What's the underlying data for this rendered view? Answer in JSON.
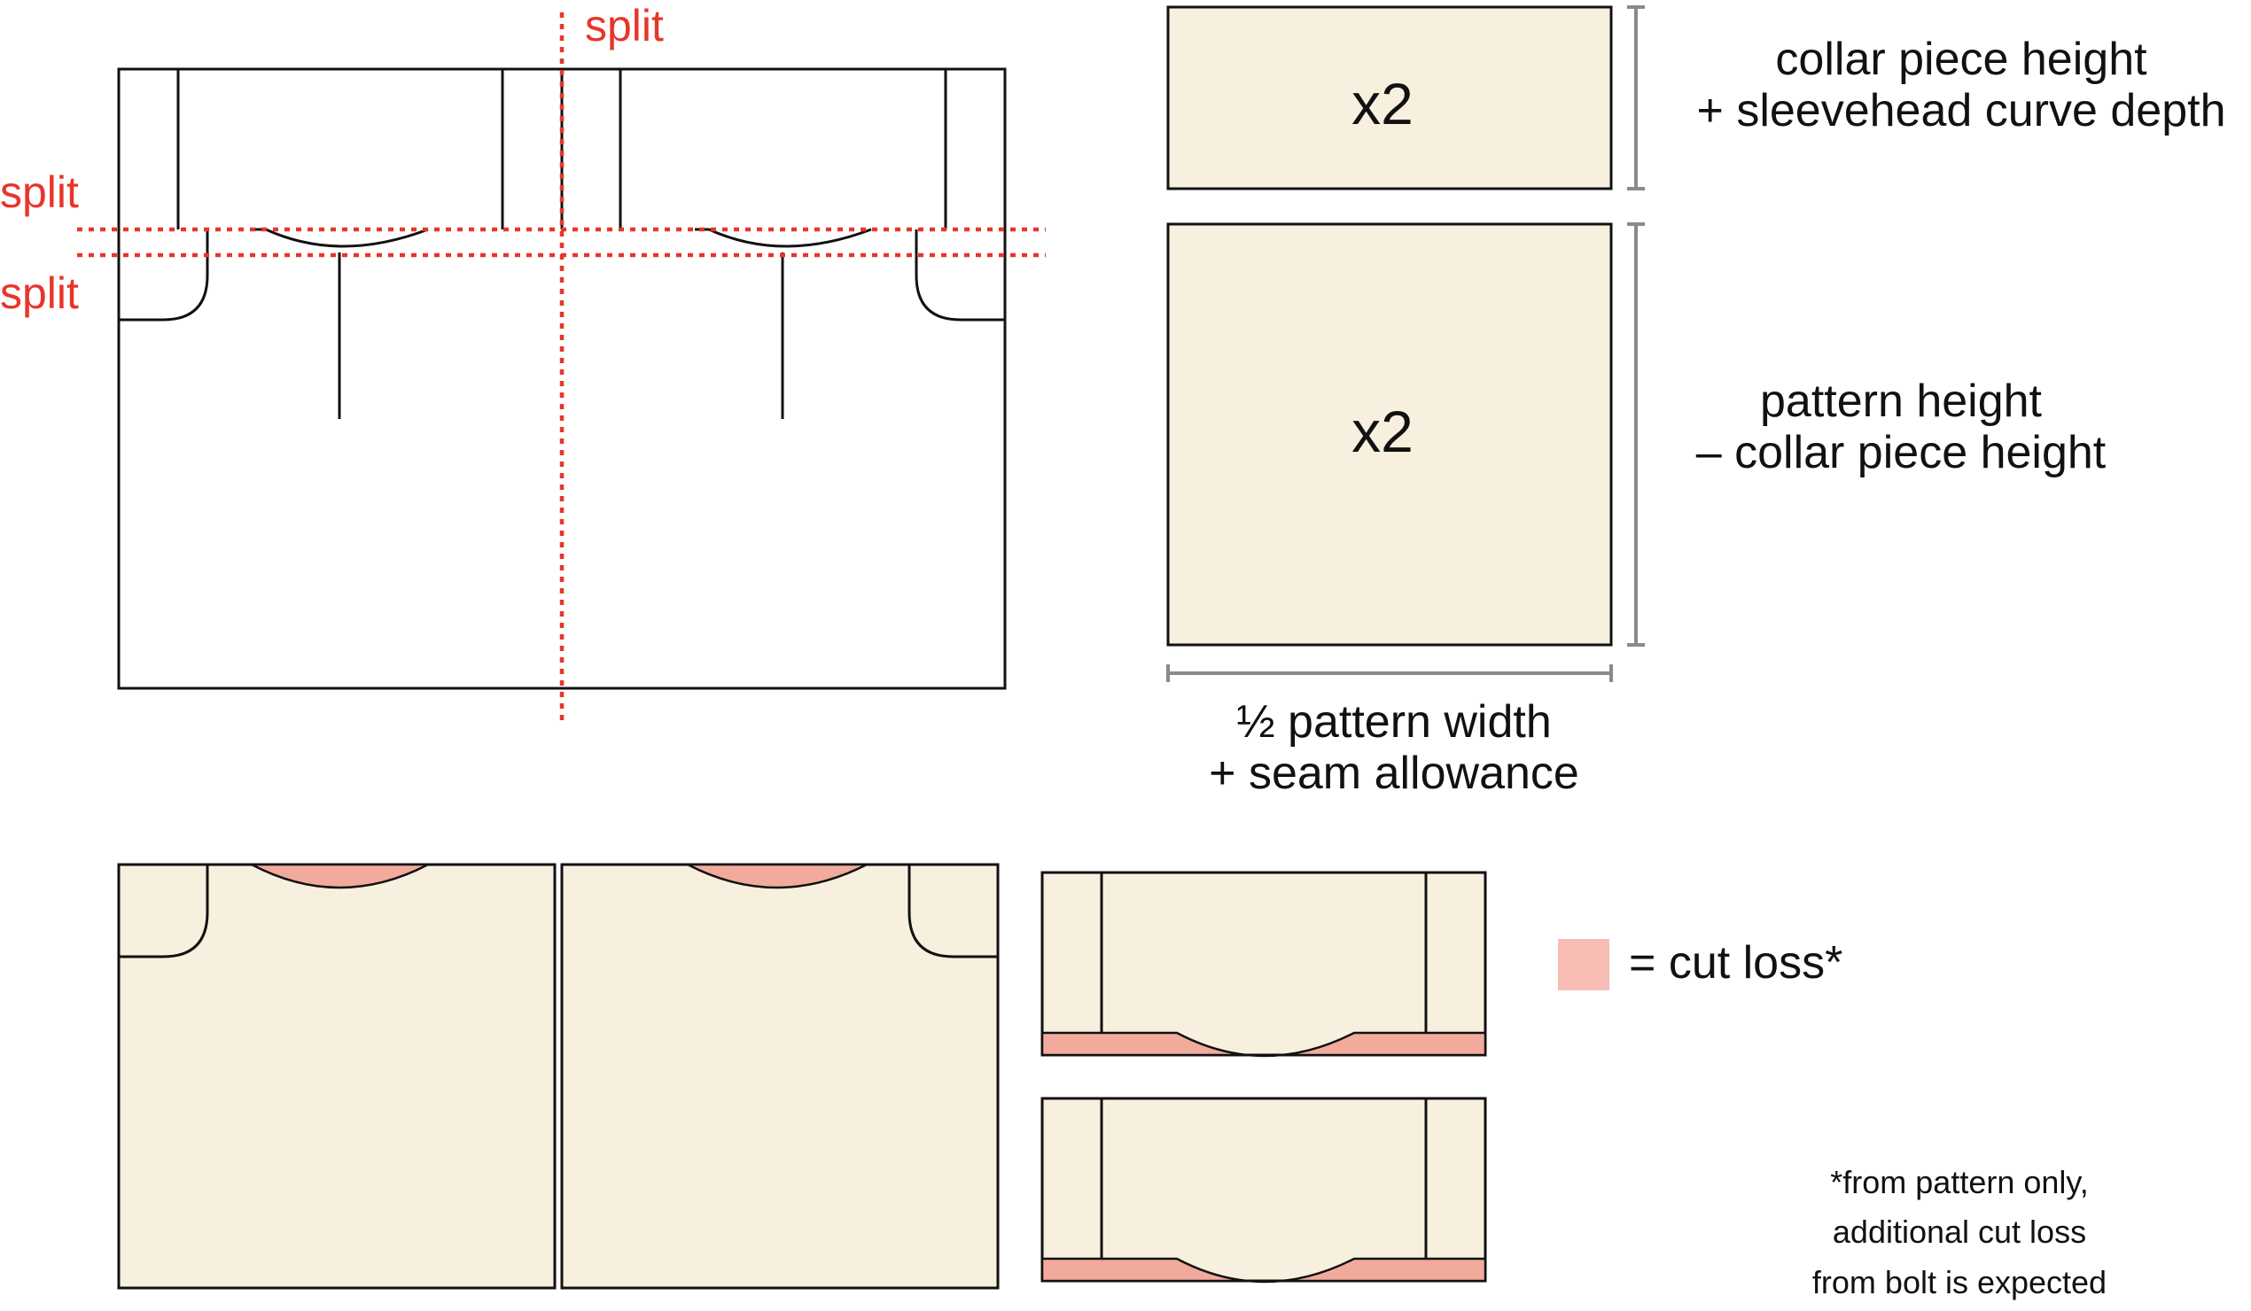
{
  "colors": {
    "fabric": "#f7f0de",
    "cut_loss": "#f2aa9c",
    "legend_swatch": "#f7bdb4",
    "split_line": "#e8352a",
    "outline": "#111111",
    "dimension_line": "#8a8a8a"
  },
  "pattern": {
    "split_label_vertical": "split",
    "split_label_top": "split",
    "split_label_bottom": "split"
  },
  "pieces": {
    "collar": {
      "count": "x2",
      "height_label_line1": "collar piece height",
      "height_label_line2": "+ sleevehead curve depth"
    },
    "body": {
      "count": "x2",
      "height_label_line1": "pattern height",
      "height_label_line2": "– collar piece height",
      "width_label_line1": "½ pattern width",
      "width_label_line2": "+ seam allowance"
    }
  },
  "legend": {
    "cut_loss_label": "= cut loss*"
  },
  "footnote": {
    "line1": "*from pattern only,",
    "line2": "additional cut loss",
    "line3": "from bolt is expected"
  }
}
